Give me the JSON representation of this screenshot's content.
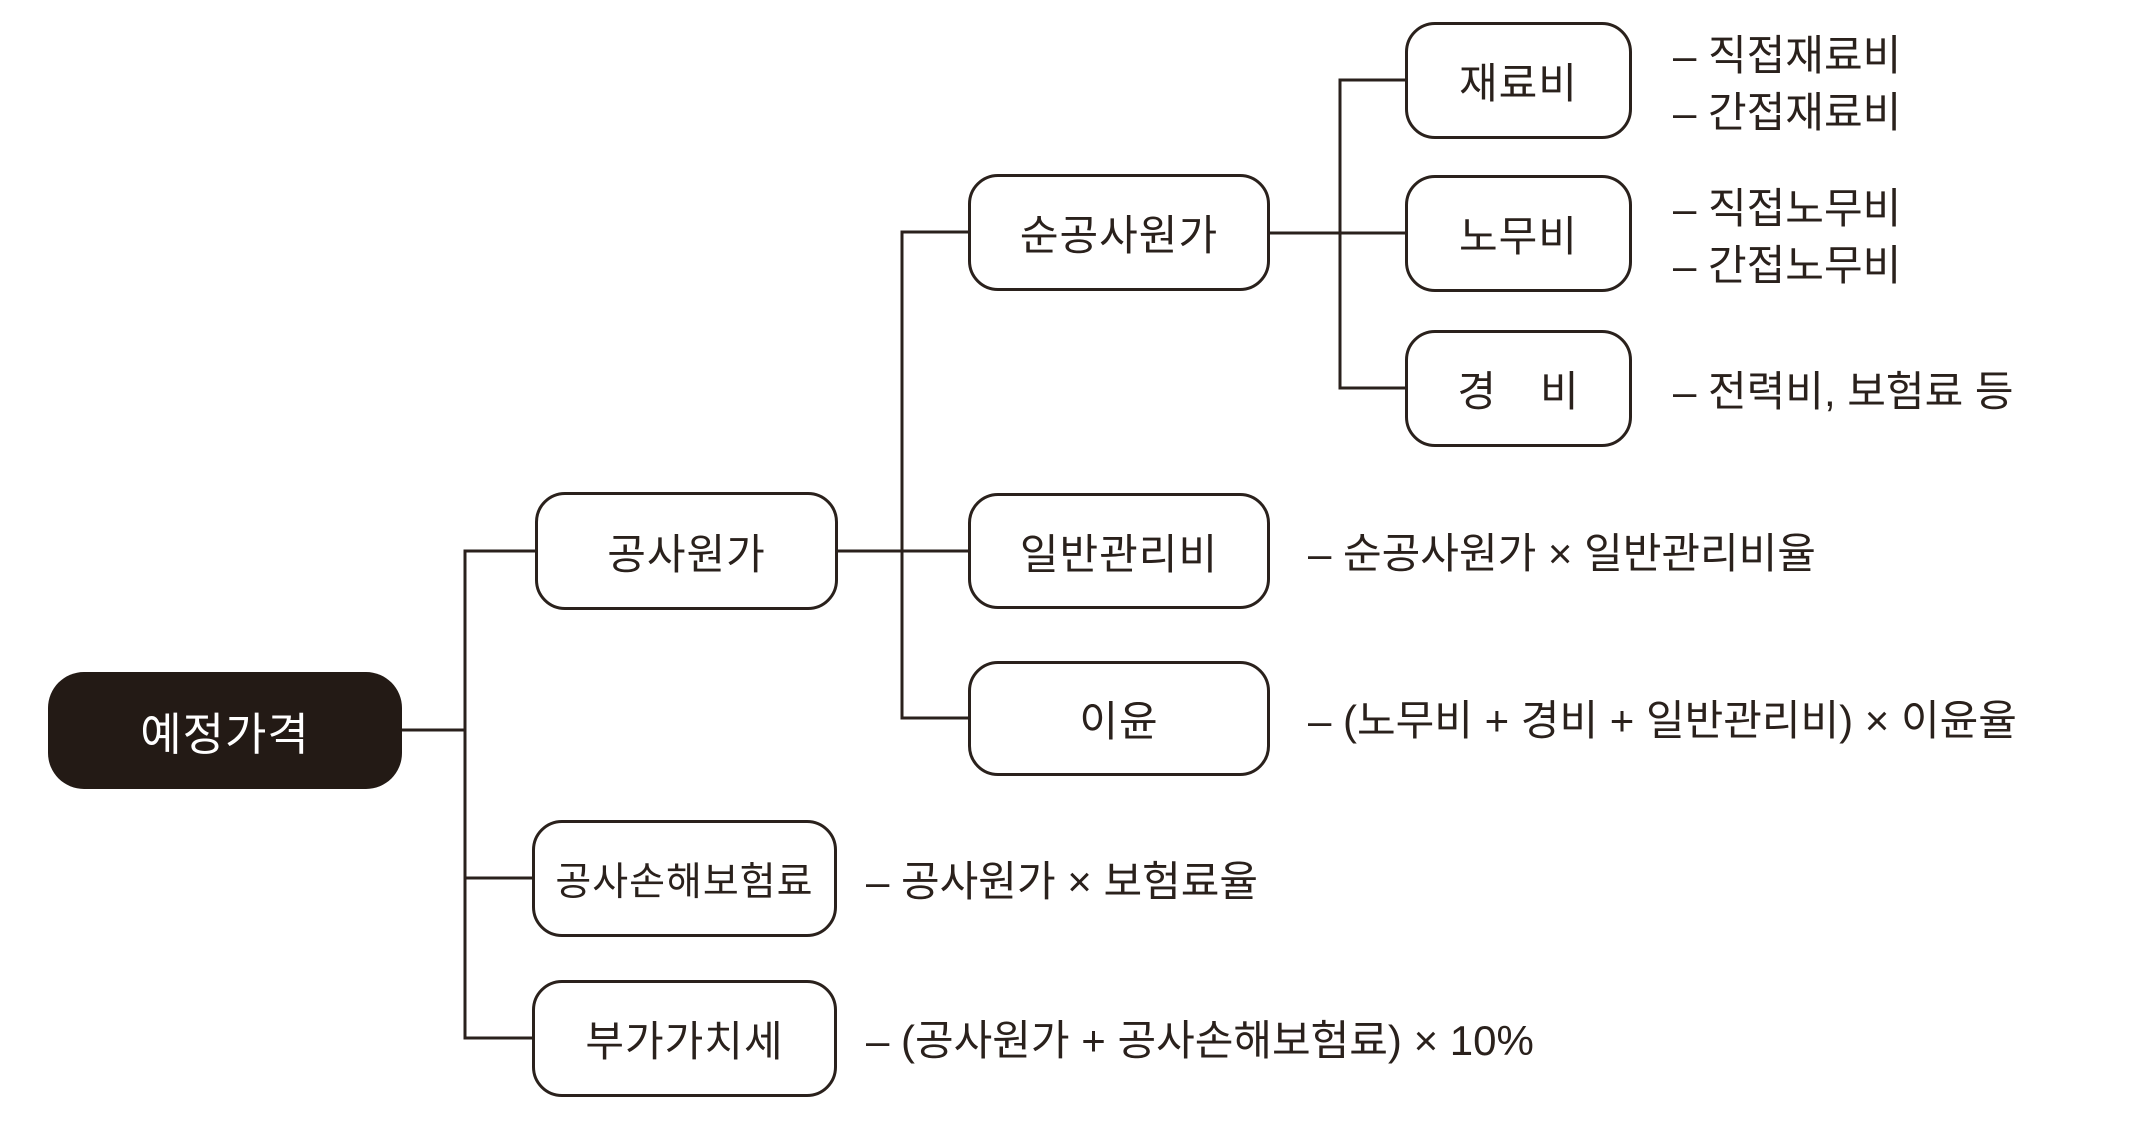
{
  "colors": {
    "background": "#ffffff",
    "ink": "#2a211c",
    "root_fill": "#231a15",
    "root_text": "#ffffff"
  },
  "tree": {
    "root": {
      "label": "예정가격"
    },
    "children": [
      {
        "label": "공사원가",
        "children": [
          {
            "label": "순공사원가",
            "children": [
              {
                "label": "재료비",
                "notes": [
                  "– 직접재료비",
                  "– 간접재료비"
                ]
              },
              {
                "label": "노무비",
                "notes": [
                  "– 직접노무비",
                  "– 간접노무비"
                ]
              },
              {
                "label": "경　비",
                "notes": [
                  "– 전력비, 보험료 등"
                ]
              }
            ]
          },
          {
            "label": "일반관리비",
            "notes": [
              "– 순공사원가 × 일반관리비율"
            ]
          },
          {
            "label": "이윤",
            "notes": [
              "– (노무비 + 경비 + 일반관리비) × 이윤율"
            ]
          }
        ]
      },
      {
        "label": "공사손해보험료",
        "notes": [
          "– 공사원가 × 보험료율"
        ]
      },
      {
        "label": "부가가치세",
        "notes": [
          "– (공사원가 + 공사손해보험료) × 10%"
        ]
      }
    ]
  }
}
